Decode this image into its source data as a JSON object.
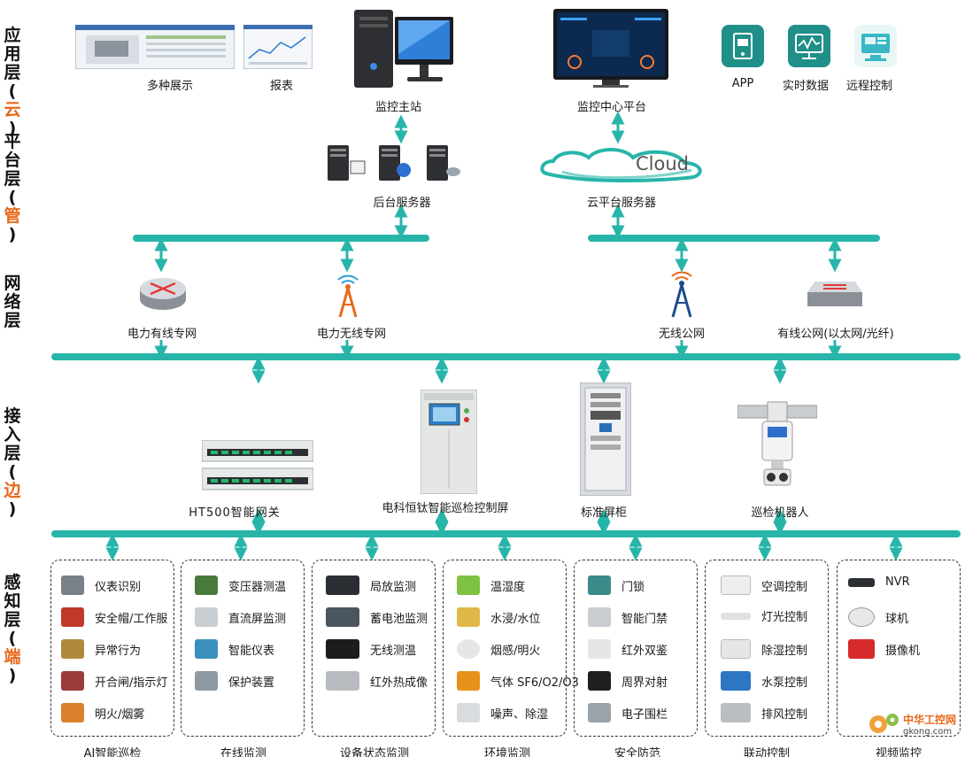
{
  "layers": {
    "cloud": {
      "chars": [
        "应",
        "用",
        "层"
      ],
      "tag": "云"
    },
    "manage": {
      "chars": [
        "平",
        "台",
        "层"
      ],
      "tag": "管"
    },
    "network": {
      "chars": [
        "网",
        "络",
        "层"
      ],
      "tag": ""
    },
    "edge": {
      "chars": [
        "接",
        "入",
        "层"
      ],
      "tag": "边"
    },
    "end": {
      "chars": [
        "感",
        "知",
        "层"
      ],
      "tag": "端"
    }
  },
  "app_layer": {
    "display": "多种展示",
    "report": "报表",
    "monitor_host": "监控主站",
    "monitor_center": "监控中心平台",
    "app": "APP",
    "realtime": "实时数据",
    "remote": "远程控制"
  },
  "platform": {
    "backend": "后台服务器",
    "cloud_text": "Cloud",
    "cloud_server": "云平台服务器"
  },
  "network": {
    "wired_private": "电力有线专网",
    "wireless_private": "电力无线专网",
    "wireless_public": "无线公网",
    "wired_public": "有线公网(以太网/光纤)"
  },
  "access": {
    "gateway": "HT500智能网关",
    "panel": "电科恒钛智能巡检控制屏",
    "cabinet": "标准屏柜",
    "robot": "巡检机器人"
  },
  "categories": [
    {
      "name": "AI智能巡检",
      "items": [
        "仪表识别",
        "安全帽/工作服",
        "异常行为",
        "开合闸/指示灯",
        "明火/烟雾"
      ]
    },
    {
      "name": "在线监测",
      "items": [
        "变压器测温",
        "直流屏监测",
        "智能仪表",
        "保护装置"
      ]
    },
    {
      "name": "设备状态监测",
      "items": [
        "局放监测",
        "蓄电池监测",
        "无线测温",
        "红外热成像"
      ]
    },
    {
      "name": "环境监测",
      "items": [
        "温湿度",
        "水浸/水位",
        "烟感/明火",
        "气体 SF6/O2/O3",
        "噪声、除湿"
      ]
    },
    {
      "name": "安全防范",
      "items": [
        "门锁",
        "智能门禁",
        "红外双鉴",
        "周界对射",
        "电子围栏"
      ]
    },
    {
      "name": "联动控制",
      "items": [
        "空调控制",
        "灯光控制",
        "除湿控制",
        "水泵控制",
        "排风控制"
      ]
    },
    {
      "name": "视频监控",
      "items": [
        "NVR",
        "球机",
        "摄像机"
      ]
    }
  ],
  "watermark": {
    "line1": "中华工控网",
    "line2": "gkong.com"
  },
  "colors": {
    "accent": "#27b5a9",
    "tag": "#e8681a"
  }
}
